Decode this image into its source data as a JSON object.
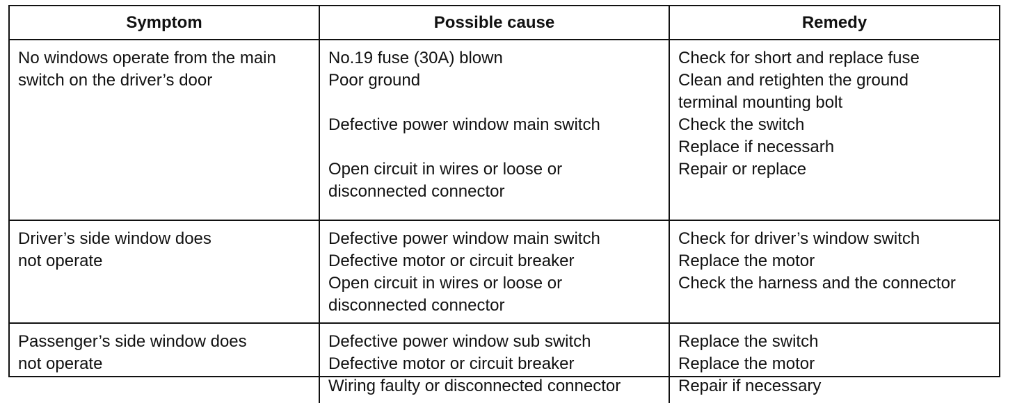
{
  "table": {
    "headers": [
      "Symptom",
      "Possible cause",
      "Remedy"
    ],
    "rows": [
      {
        "symptom": [
          "No windows operate from the main",
          "switch on the driver’s door"
        ],
        "cause_1": "No.19 fuse (30A) blown",
        "cause_2": "Poor ground",
        "cause_3": "Defective power window main switch",
        "cause_4": [
          "Open circuit in wires or loose or",
          "disconnected connector"
        ],
        "remedy_1": "Check for short and replace fuse",
        "remedy_2": [
          "Clean and retighten the ground",
          "terminal mounting bolt"
        ],
        "remedy_3": [
          "Check the switch",
          "Replace if necessarh"
        ],
        "remedy_4": "Repair or replace"
      },
      {
        "symptom": [
          "Driver’s side window does",
          "not operate"
        ],
        "cause_1": "Defective power window main switch",
        "cause_2": "Defective motor or circuit breaker",
        "cause_3": [
          "Open circuit in wires or loose or",
          "disconnected connector"
        ],
        "remedy_1": "Check for driver’s window switch",
        "remedy_2": "Replace the motor",
        "remedy_3": "Check the harness and the connector"
      },
      {
        "symptom": [
          "Passenger’s side window does",
          "not operate"
        ],
        "cause_1": "Defective power window sub switch",
        "cause_2": "Defective motor or circuit breaker",
        "cause_3": "Wiring faulty or disconnected connector",
        "remedy_1": "Replace the switch",
        "remedy_2": "Replace the motor",
        "remedy_3": "Repair if necessary"
      }
    ]
  }
}
